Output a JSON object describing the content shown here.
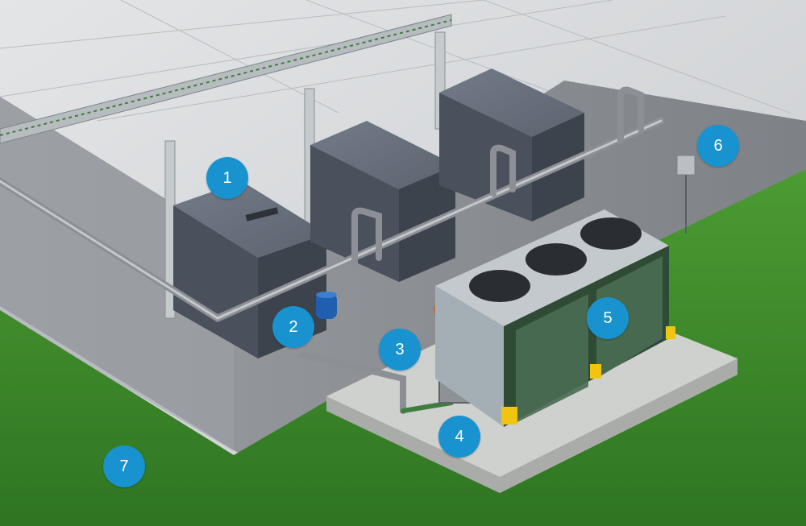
{
  "callouts": [
    {
      "id": "c1",
      "label": "1"
    },
    {
      "id": "c2",
      "label": "2"
    },
    {
      "id": "c3",
      "label": "3"
    },
    {
      "id": "c4",
      "label": "4"
    },
    {
      "id": "c5",
      "label": "5"
    },
    {
      "id": "c6",
      "label": "6"
    },
    {
      "id": "c7",
      "label": "7"
    }
  ],
  "colors": {
    "callout": "#1893cf",
    "grass": "#3f8a2b",
    "floor": "#8a8e92",
    "wall": "#dcdfe1",
    "tank": "#5b6370",
    "pipe": "#8c9096",
    "concrete": "#c9cbc9",
    "cooler_panel": "#9aa6ae",
    "cooler_glass": "#4f6e55"
  },
  "icons": [
    "expansion-vessel-icon",
    "fan-icon",
    "sensor-box-icon"
  ]
}
